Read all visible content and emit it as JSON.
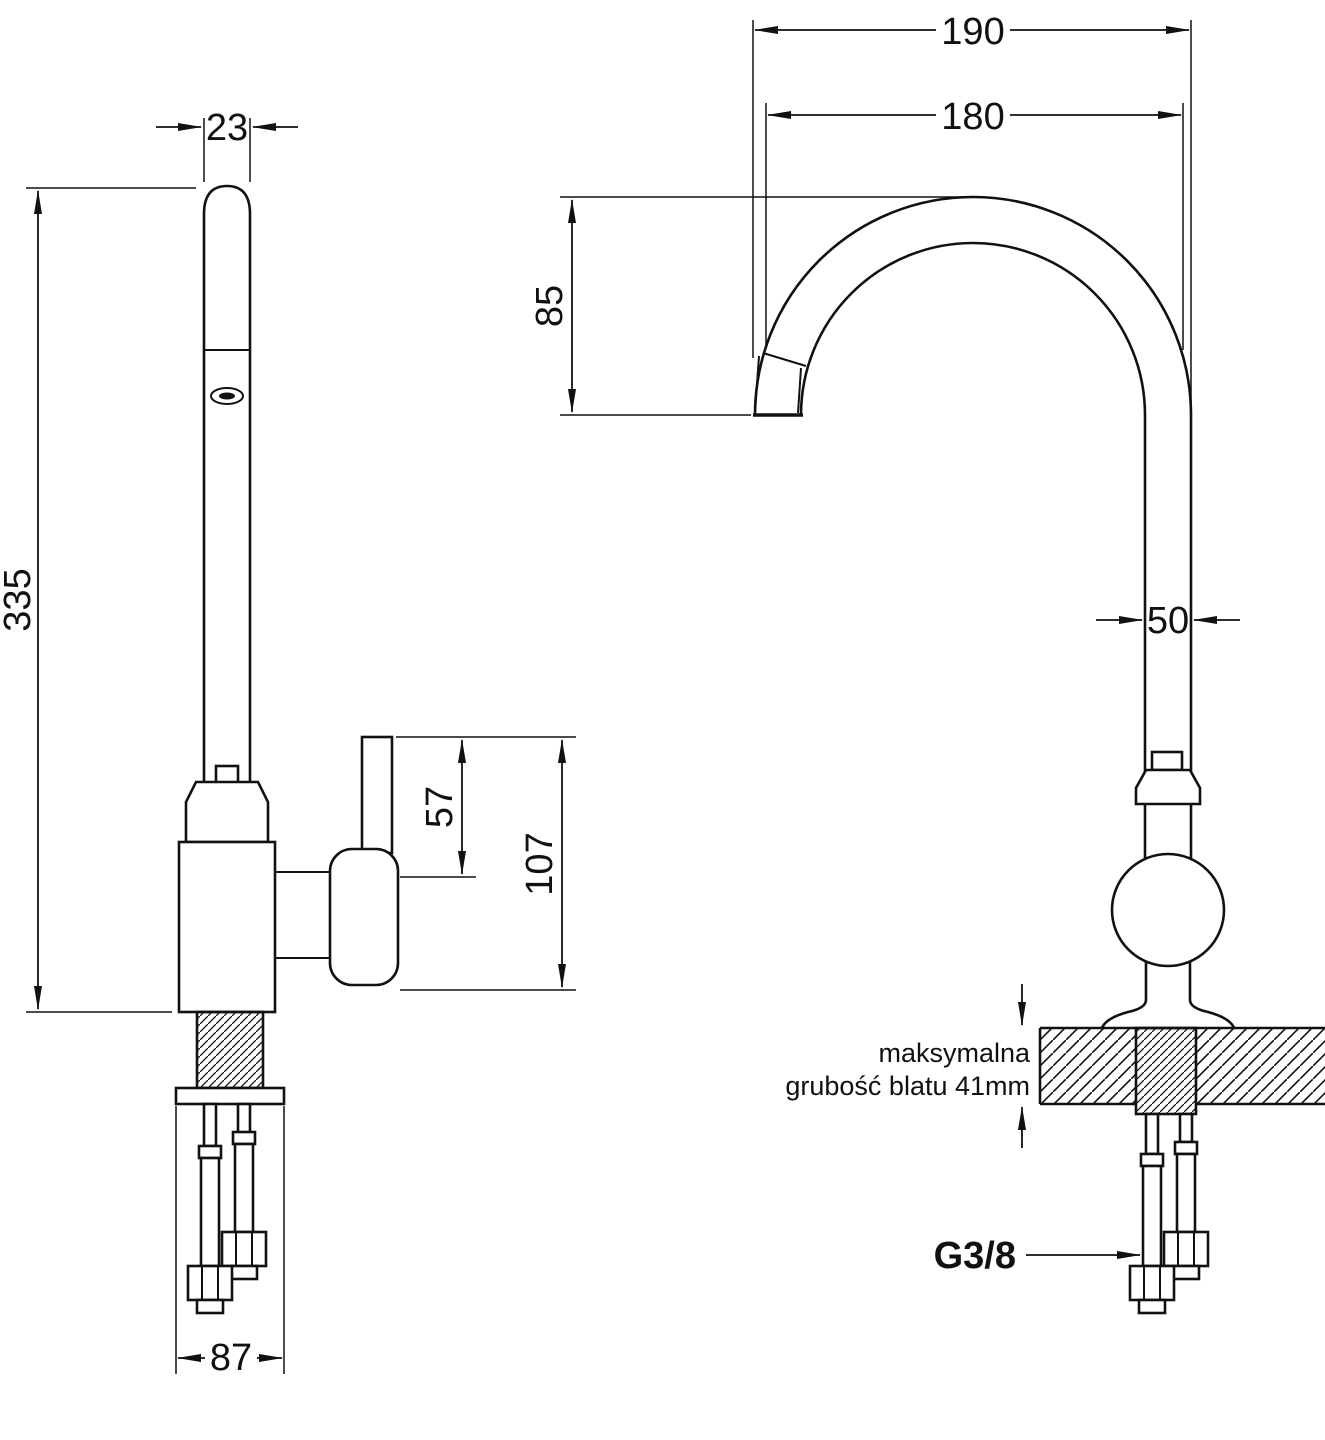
{
  "side_view": {
    "dims": {
      "spout_width": "23",
      "total_height": "335",
      "handle_height": "57",
      "body_height": "107",
      "base_width": "87"
    }
  },
  "front_view": {
    "dims": {
      "spout_reach_outer": "190",
      "spout_reach_inner": "180",
      "spout_drop": "85",
      "tube_width": "50"
    },
    "counter_note_line1": "maksymalna",
    "counter_note_line2": "grubość blatu 41mm",
    "thread_label": "G3/8"
  },
  "colors": {
    "line": "#111111",
    "background": "#ffffff"
  }
}
